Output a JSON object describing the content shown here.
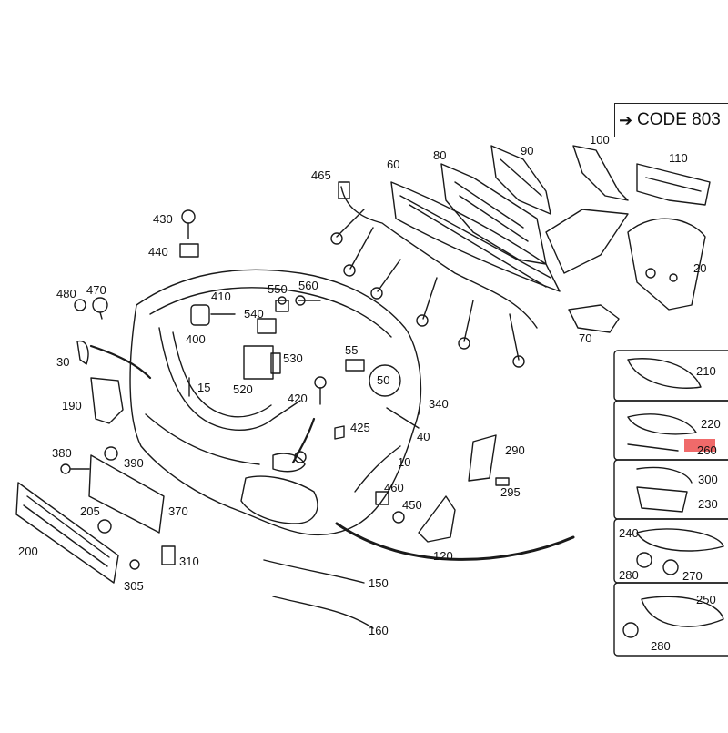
{
  "code_label": "CODE 803",
  "colors": {
    "line": "#1a1a1a",
    "highlight": "#f06a6a",
    "part_fill": "#ffffff"
  },
  "part_numbers": [
    {
      "id": "p430",
      "label": "430"
    },
    {
      "id": "p440",
      "label": "440"
    },
    {
      "id": "p480",
      "label": "480"
    },
    {
      "id": "p470",
      "label": "470"
    },
    {
      "id": "p410",
      "label": "410"
    },
    {
      "id": "p400",
      "label": "400"
    },
    {
      "id": "p550",
      "label": "550"
    },
    {
      "id": "p560",
      "label": "560"
    },
    {
      "id": "p540",
      "label": "540"
    },
    {
      "id": "p530",
      "label": "530"
    },
    {
      "id": "p520",
      "label": "520"
    },
    {
      "id": "p465",
      "label": "465"
    },
    {
      "id": "p60",
      "label": "60"
    },
    {
      "id": "p80",
      "label": "80"
    },
    {
      "id": "p90",
      "label": "90"
    },
    {
      "id": "p100",
      "label": "100"
    },
    {
      "id": "p110",
      "label": "110"
    },
    {
      "id": "p20",
      "label": "20"
    },
    {
      "id": "p70",
      "label": "70"
    },
    {
      "id": "p30",
      "label": "30"
    },
    {
      "id": "p15",
      "label": "15"
    },
    {
      "id": "p190",
      "label": "190"
    },
    {
      "id": "p55",
      "label": "55"
    },
    {
      "id": "p50",
      "label": "50"
    },
    {
      "id": "p420",
      "label": "420"
    },
    {
      "id": "p425",
      "label": "425"
    },
    {
      "id": "p340",
      "label": "340"
    },
    {
      "id": "p40",
      "label": "40"
    },
    {
      "id": "p10",
      "label": "10"
    },
    {
      "id": "p380",
      "label": "380"
    },
    {
      "id": "p390",
      "label": "390"
    },
    {
      "id": "p290",
      "label": "290"
    },
    {
      "id": "p295",
      "label": "295"
    },
    {
      "id": "p460",
      "label": "460"
    },
    {
      "id": "p450",
      "label": "450"
    },
    {
      "id": "p370",
      "label": "370"
    },
    {
      "id": "p205",
      "label": "205"
    },
    {
      "id": "p200",
      "label": "200"
    },
    {
      "id": "p310",
      "label": "310"
    },
    {
      "id": "p305",
      "label": "305"
    },
    {
      "id": "p120",
      "label": "120"
    },
    {
      "id": "p150",
      "label": "150"
    },
    {
      "id": "p160",
      "label": "160"
    },
    {
      "id": "p210",
      "label": "210"
    },
    {
      "id": "p220",
      "label": "220"
    },
    {
      "id": "p260",
      "label": "260"
    },
    {
      "id": "p300",
      "label": "300"
    },
    {
      "id": "p230",
      "label": "230"
    },
    {
      "id": "p240",
      "label": "240"
    },
    {
      "id": "p280a",
      "label": "280"
    },
    {
      "id": "p270",
      "label": "270"
    },
    {
      "id": "p250",
      "label": "250"
    },
    {
      "id": "p280b",
      "label": "280"
    }
  ]
}
